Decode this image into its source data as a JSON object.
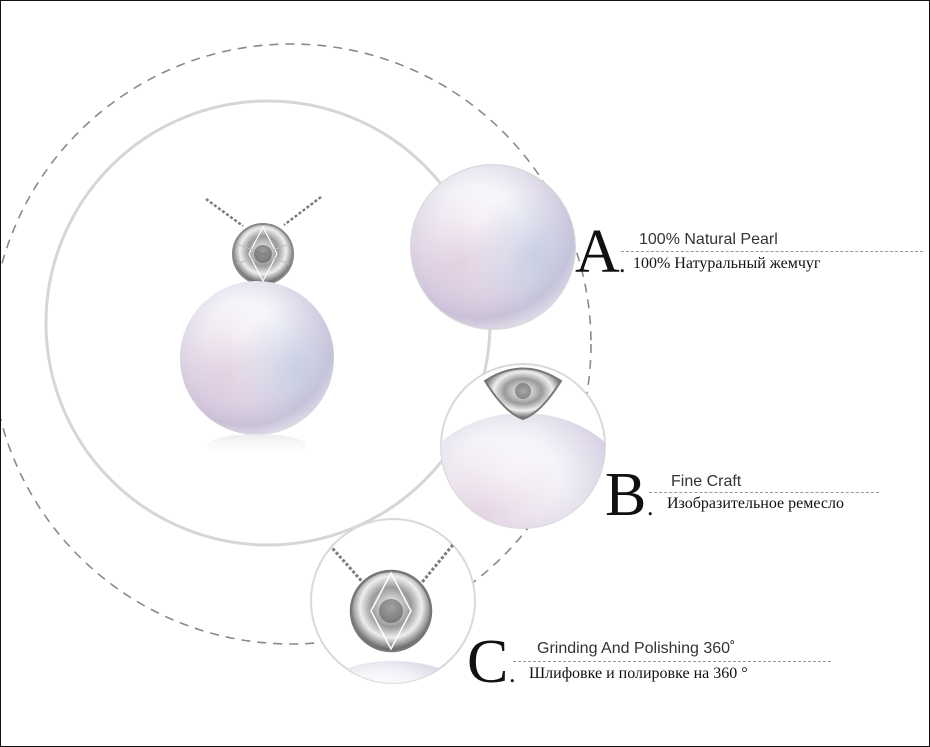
{
  "features": [
    {
      "letter": "A",
      "dot": ".",
      "title_en": "100% Natural Pearl",
      "title_ru": "100% Натуральный жемчуг"
    },
    {
      "letter": "B",
      "dot": ".",
      "title_en": "Fine Craft",
      "title_ru": "Изобразительное ремесло"
    },
    {
      "letter": "C",
      "dot": ".",
      "title_en": "Grinding And Polishing 360˚",
      "title_ru": "Шлифовке и полировке на 360 °"
    }
  ],
  "colors": {
    "dashed_circle": "#8a8a8a",
    "solid_circle": "#d9d9d9",
    "pearl_base": "#f2f2f6",
    "pearl_tint": "#cfc3dd"
  }
}
